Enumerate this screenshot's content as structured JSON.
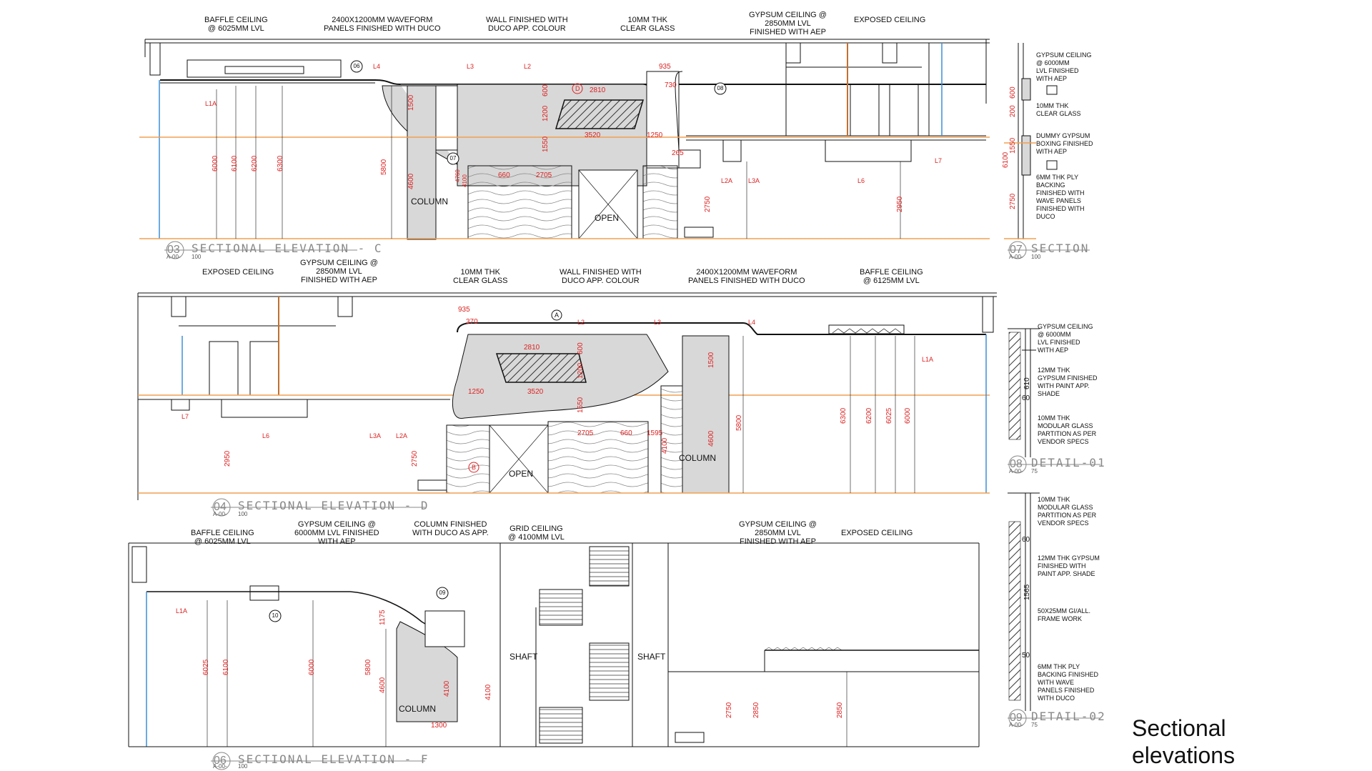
{
  "sheet_caption_line1": "Sectional",
  "sheet_caption_line2": "elevations",
  "elevation_c": {
    "title": "SECTIONAL ELEVATION - C",
    "number": "03",
    "sheet_ref": "A-00-",
    "scale": "100",
    "notes": {
      "baffle": "BAFFLE CEILING\n@ 6025MM LVL",
      "waveform": "2400X1200MM WAVEFORM\nPANELS FINISHED WITH DUCO",
      "wall": "WALL FINISHED WITH\nDUCO APP. COLOUR",
      "glass": "10MM THK\nCLEAR GLASS",
      "gypsum": "GYPSUM CEILING @\n2850MM LVL\nFINISHED WITH AEP",
      "exposed": "EXPOSED CEILING"
    },
    "labels": {
      "column": "COLUMN",
      "open": "OPEN"
    },
    "bubbles": {
      "b06": "06",
      "b07": "07",
      "b08": "08"
    },
    "tags": {
      "l1a": "L1A",
      "l4": "L4",
      "l3": "L3",
      "l2": "L2",
      "l2a": "L2A",
      "l3a": "L3A",
      "l6": "L6",
      "l7": "L7",
      "d": "D"
    },
    "dims": {
      "d6000": "6000",
      "d6100": "6100",
      "d6200": "6200",
      "d6300": "6300",
      "d5800": "5800",
      "d4600": "4600",
      "d1500": "1500",
      "d4760": "4760",
      "d4100": "4100",
      "d2810": "2810",
      "d3520": "3520",
      "d1250": "1250",
      "d1200": "1200",
      "d1550": "1550",
      "d600": "600",
      "d935": "935",
      "d730": "730",
      "d265": "265",
      "d660": "660",
      "d2705": "2705",
      "d2750": "2750",
      "d2950": "2950"
    }
  },
  "elevation_d": {
    "title": "SECTIONAL ELEVATION - D",
    "number": "04",
    "sheet_ref": "A-00-",
    "scale": "100",
    "notes": {
      "exposed": "EXPOSED CEILING",
      "gypsum": "GYPSUM CEILING @\n2850MM LVL\nFINISHED WITH AEP",
      "glass": "10MM THK\nCLEAR GLASS",
      "wall": "WALL FINISHED WITH\nDUCO APP. COLOUR",
      "waveform": "2400X1200MM WAVEFORM\nPANELS FINISHED WITH DUCO",
      "baffle": "BAFFLE CEILING\n@ 6125MM LVL"
    },
    "labels": {
      "column": "COLUMN",
      "open": "OPEN"
    },
    "tags": {
      "l7": "L7",
      "l6": "L6",
      "l3a": "L3A",
      "l2a": "L2A",
      "l2": "L2",
      "l3": "L3",
      "l4": "L4",
      "l1a": "L1A",
      "a": "A",
      "b": "B"
    },
    "dims": {
      "d935": "935",
      "d370": "370",
      "d2810": "2810",
      "d3520": "3520",
      "d1250": "1250",
      "d600": "600",
      "d1200": "1200",
      "d1550": "1550",
      "d2705": "2705",
      "d660": "660",
      "d1595": "1595",
      "d4100": "4100",
      "d4600": "4600",
      "d1500": "1500",
      "d5800": "5800",
      "d6300": "6300",
      "d6200": "6200",
      "d6025": "6025",
      "d6000": "6000",
      "d2950": "2950",
      "d2750": "2750"
    }
  },
  "elevation_f": {
    "title": "SECTIONAL ELEVATION - F",
    "number": "06",
    "sheet_ref": "A-00-",
    "scale": "100",
    "notes": {
      "baffle": "BAFFLE CEILING\n@ 6025MM LVL",
      "gypsum6000": "GYPSUM CEILING @\n6000MM LVL FINISHED\nWITH AEP",
      "column": "COLUMN FINISHED\nWITH DUCO AS APP.",
      "grid": "GRID CEILING\n@ 4100MM LVL",
      "gypsum2850": "GYPSUM CEILING @\n2850MM LVL\nFINISHED WITH AEP",
      "exposed": "EXPOSED CEILING"
    },
    "labels": {
      "column": "COLUMN",
      "shaft1": "SHAFT",
      "shaft2": "SHAFT"
    },
    "bubbles": {
      "b09": "09",
      "b10": "10"
    },
    "tags": {
      "l1a": "L1A"
    },
    "dims": {
      "d6025": "6025",
      "d6100": "6100",
      "d6000": "6000",
      "d5800": "5800",
      "d4600": "4600",
      "d1175": "1175",
      "d4100a": "4100",
      "d4100b": "4100",
      "d1300": "1300",
      "d2750": "2750",
      "d2850a": "2850",
      "d2850b": "2850"
    }
  },
  "section_07": {
    "title": "SECTION",
    "number": "07",
    "sheet_ref": "A-00-",
    "scale": "100",
    "notes": {
      "n1": "GYPSUM CEILING\n@ 6000MM\nLVL FINISHED\nWITH AEP",
      "n2": "10MM THK\nCLEAR GLASS",
      "n3": "DUMMY GYPSUM\nBOXING FINISHED\nWITH AEP",
      "n4": "6MM THK PLY\nBACKING\nFINISHED WITH\nWAVE PANELS\nFINISHED WITH\nDUCO"
    },
    "dims": {
      "d600": "600",
      "d200": "200",
      "d1550": "1550",
      "d6100": "6100",
      "d2750": "2750"
    }
  },
  "detail_08": {
    "title": "DETAIL-01",
    "number": "08",
    "sheet_ref": "A-00-",
    "scale": "75",
    "notes": {
      "n1": "GYPSUM CEILING\n@ 6000MM\nLVL FINISHED\nWITH AEP",
      "n2": "12MM THK\nGYPSUM FINISHED\nWITH PAINT APP.\nSHADE",
      "n3": "10MM THK\nMODULAR GLASS\nPARTITION AS PER\nVENDOR SPECS"
    },
    "dims": {
      "d610": "610",
      "d60": "60"
    }
  },
  "detail_09": {
    "title": "DETAIL-02",
    "number": "09",
    "sheet_ref": "A-00-",
    "scale": "75",
    "notes": {
      "n1": "10MM THK\nMODULAR GLASS\nPARTITION AS PER\nVENDOR SPECS",
      "n2": "12MM THK GYPSUM\nFINISHED WITH\nPAINT APP. SHADE",
      "n3": "50X25MM GI/ALL.\nFRAME WORK",
      "n4": "6MM THK PLY\nBACKING FINISHED\nWITH WAVE\nPANELS FINISHED\nWITH DUCO"
    },
    "dims": {
      "d60": "60",
      "d1565": "1565",
      "d50": "50"
    }
  },
  "colors": {
    "ink": "#111111",
    "dimension": "#dd2222",
    "hatch_fill": "#d8d8d8",
    "floor_line": "#f0a050",
    "glass_line": "#3a8fd8",
    "title_grey": "#888888"
  }
}
